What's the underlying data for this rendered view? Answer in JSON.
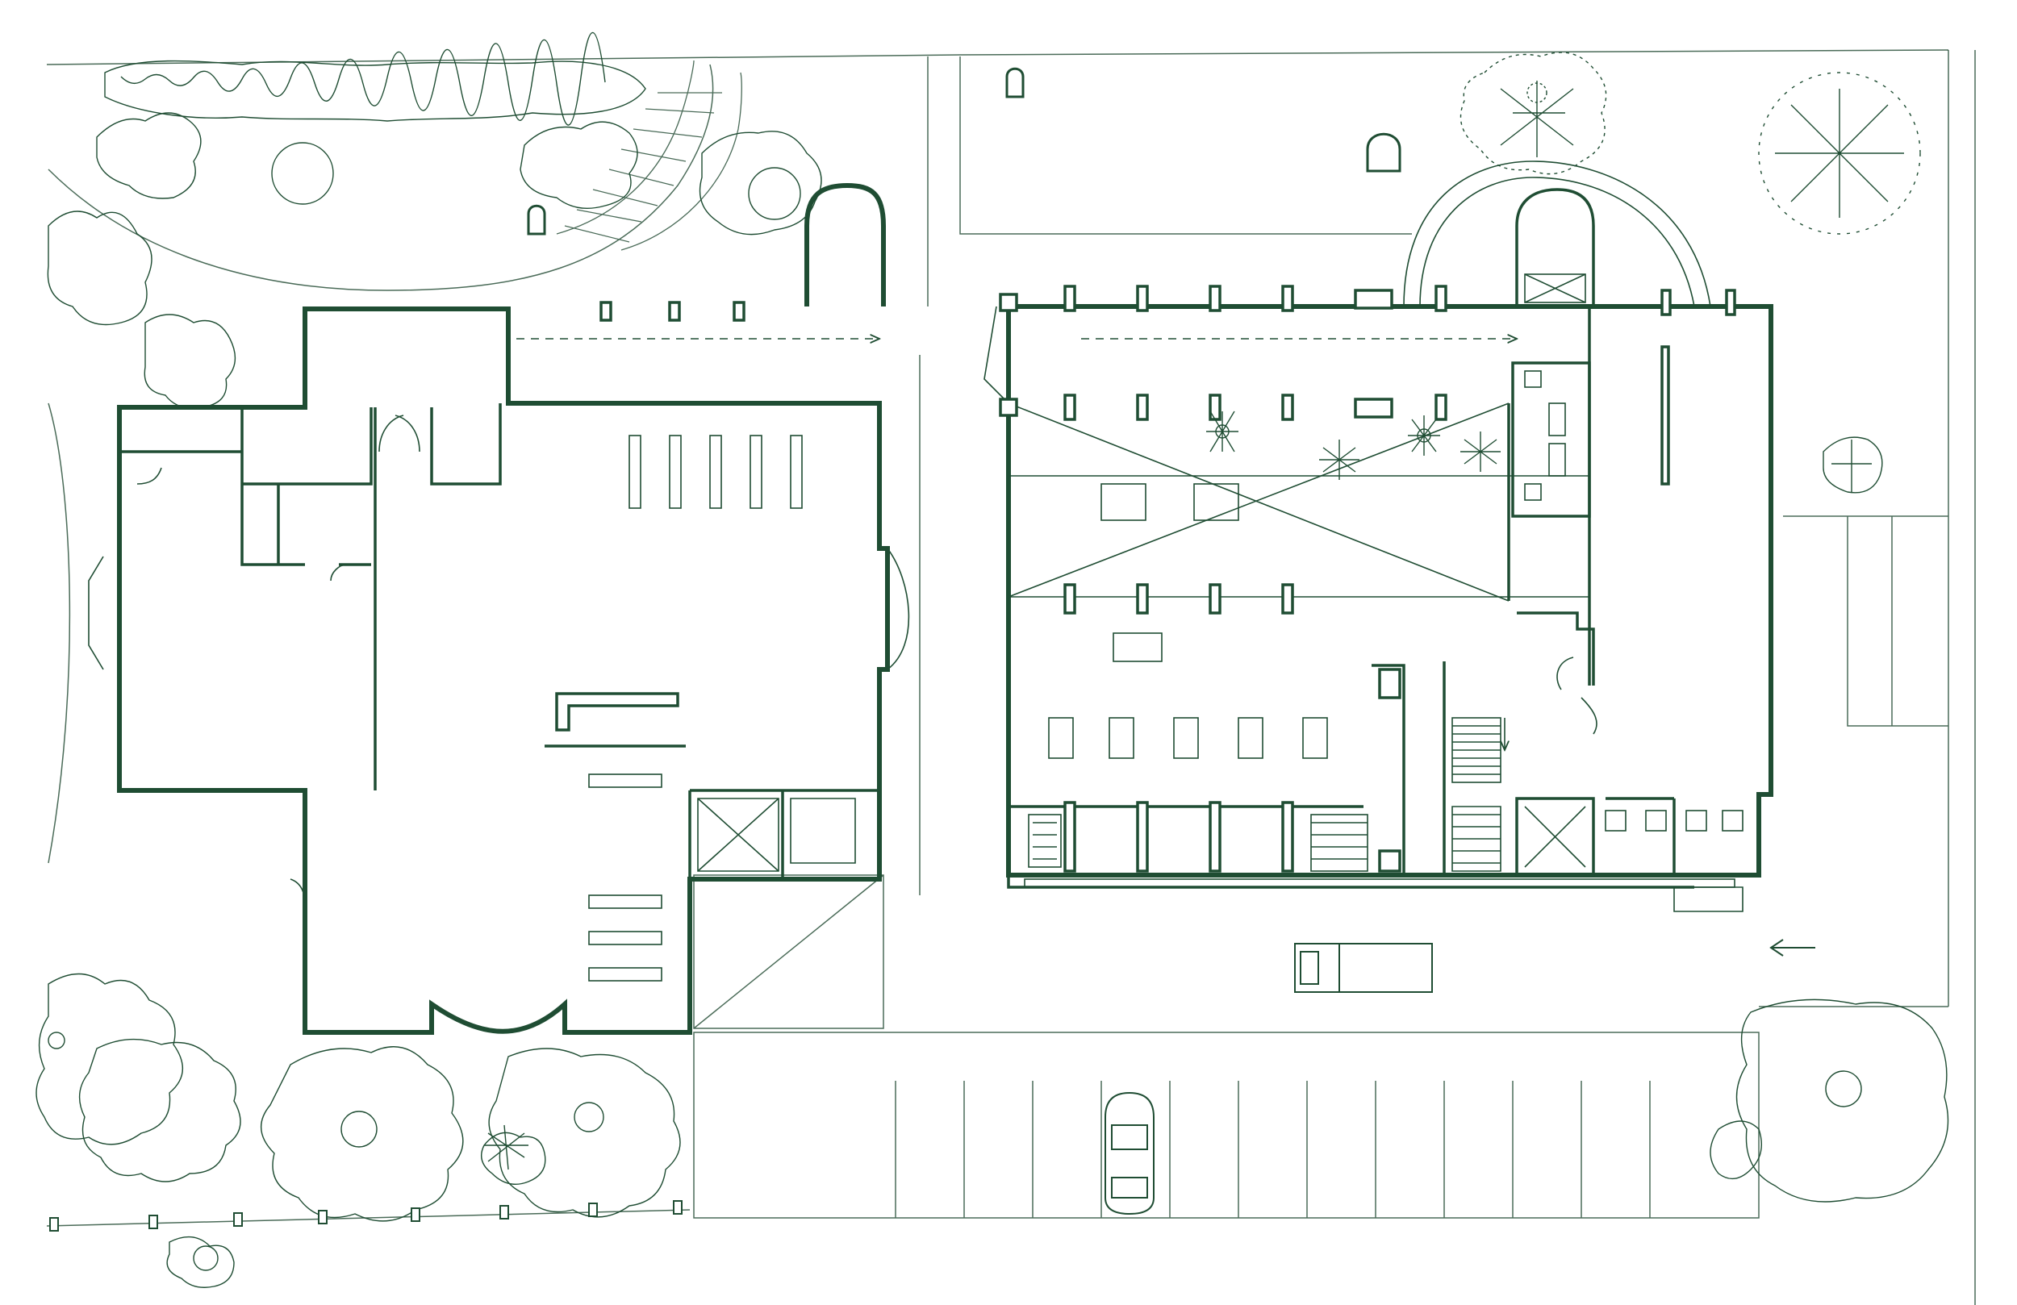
{
  "drawing": {
    "type": "architectural-site-floor-plan",
    "background": "#ffffff",
    "line_color": "#1f4d33",
    "light_line_color": "#4a6b58"
  },
  "legend": [],
  "elements": {
    "buildings": [
      "left-building",
      "right-building"
    ],
    "site_features": [
      "parking-lot",
      "trees",
      "road",
      "stairs",
      "elevators",
      "restrooms",
      "truck",
      "car",
      "direction-arrow"
    ]
  }
}
